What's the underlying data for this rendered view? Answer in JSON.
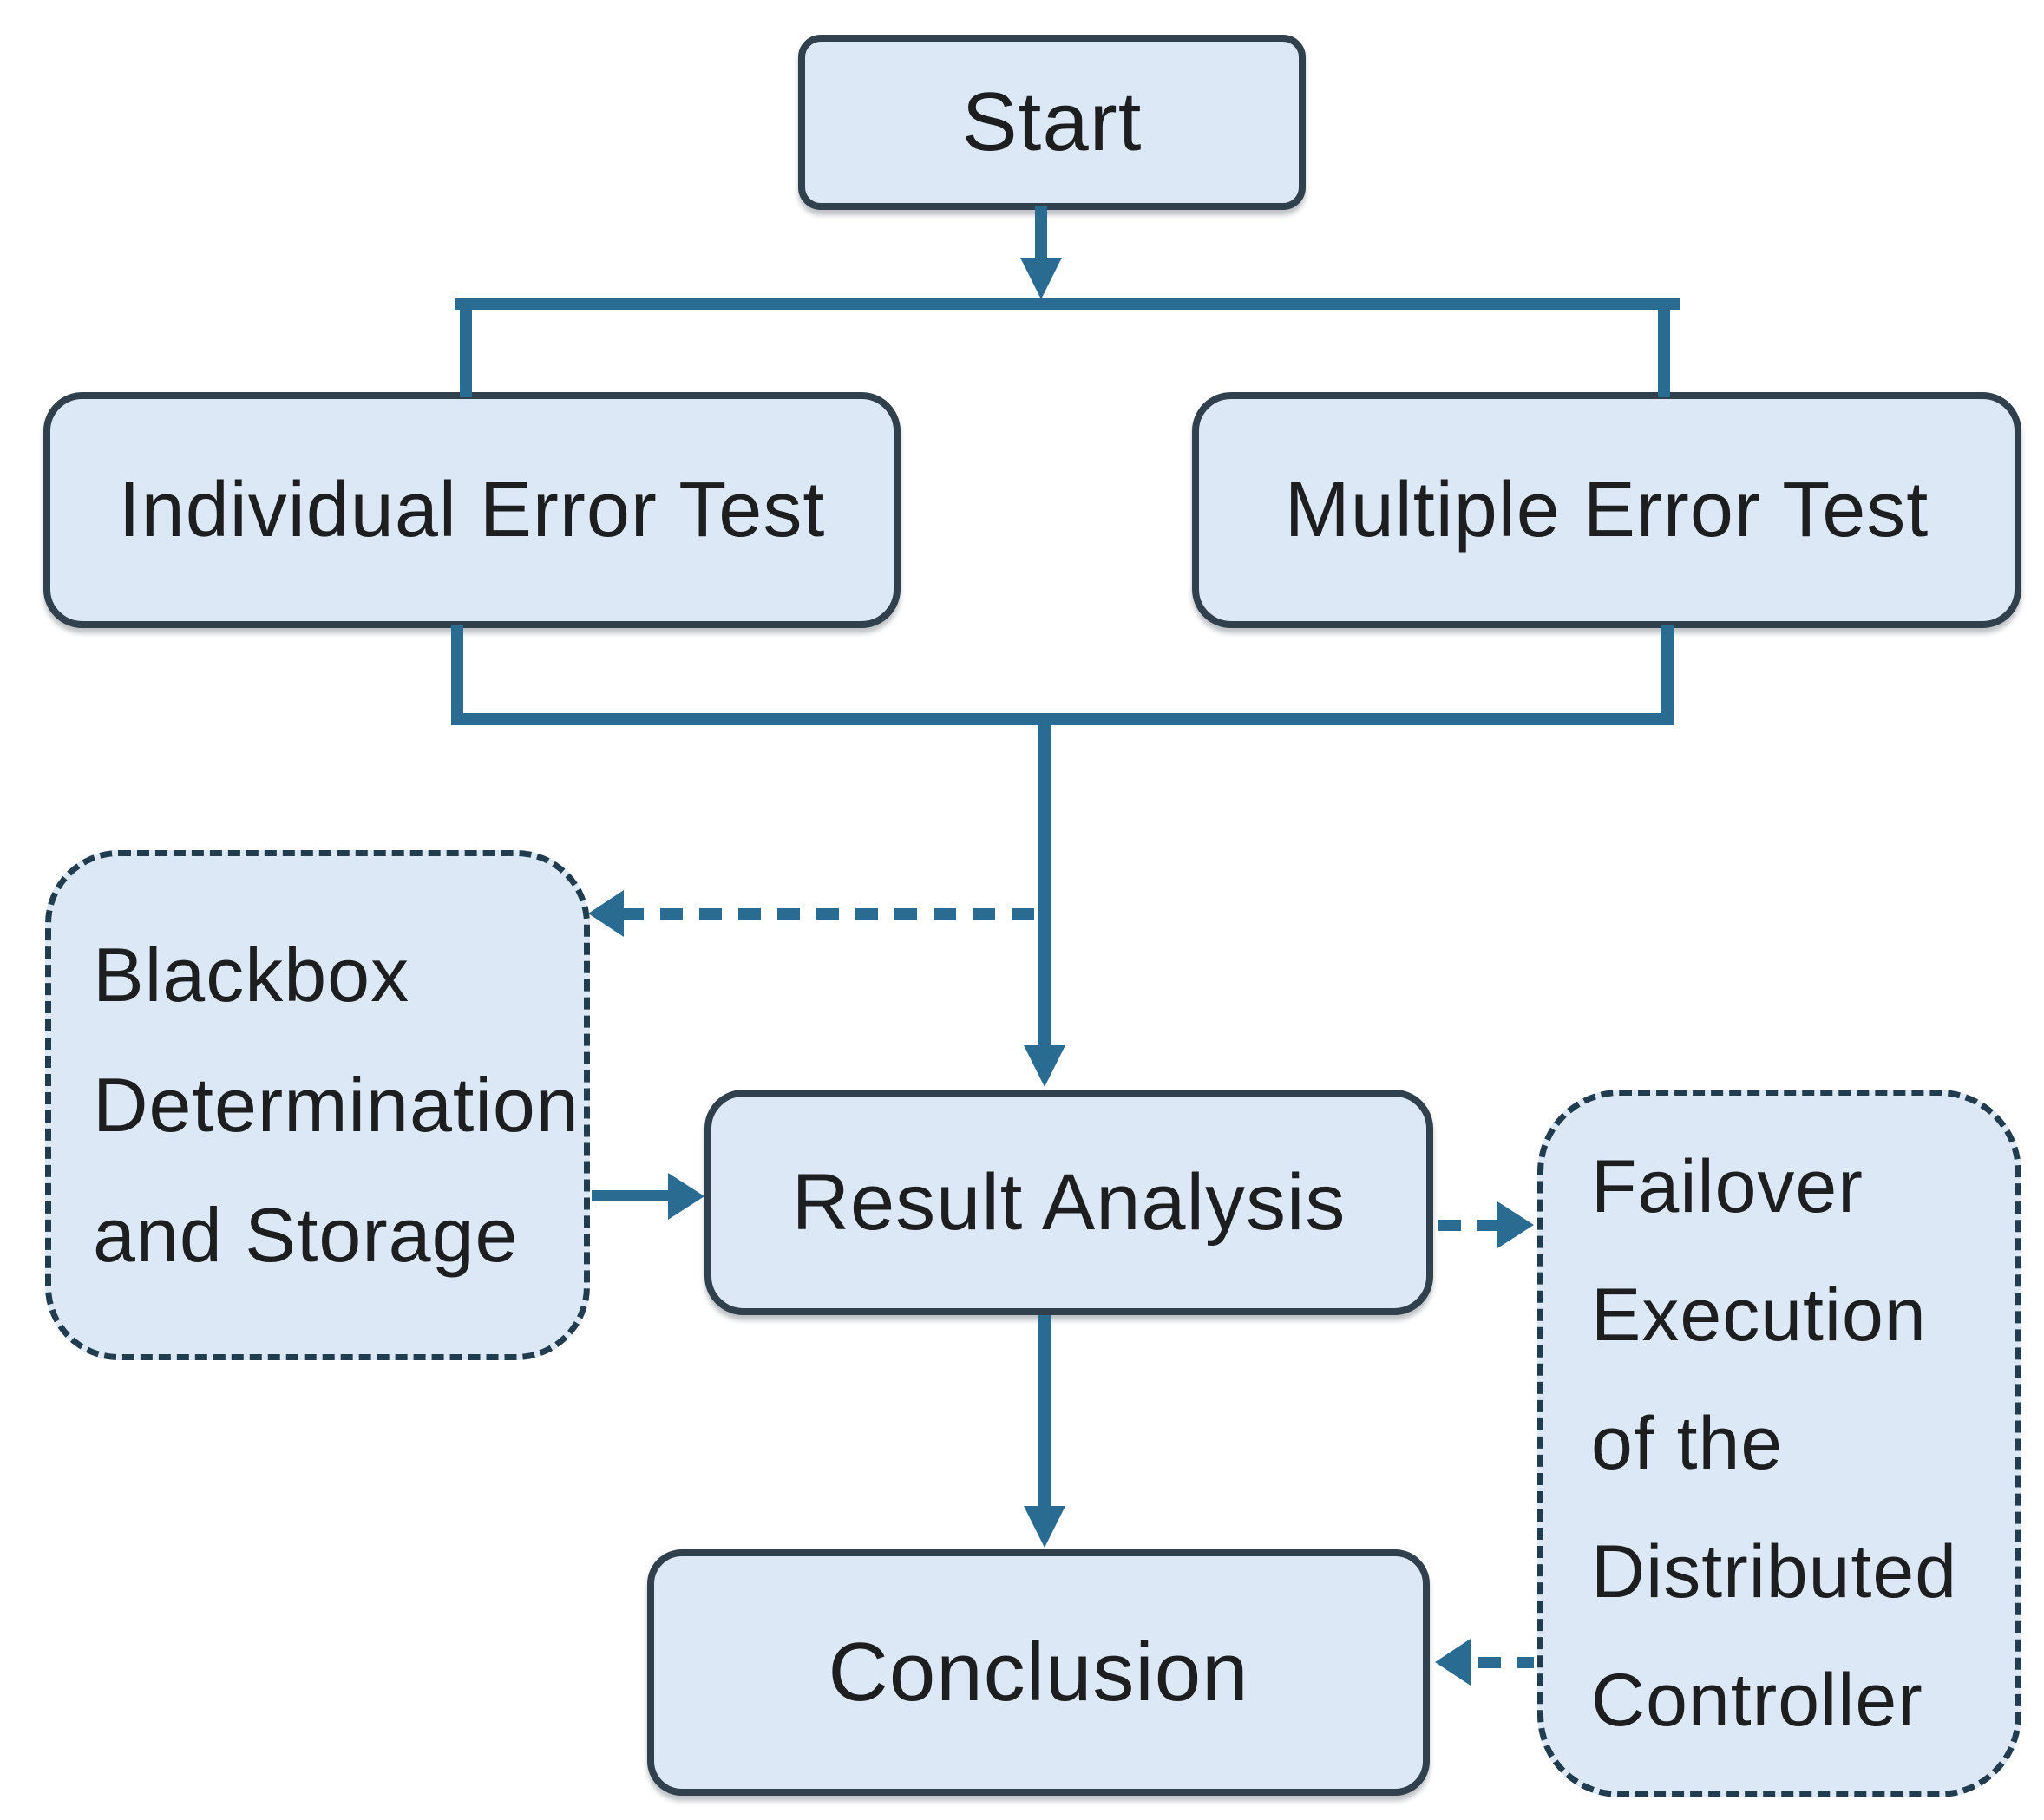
{
  "title": "Test process flowchart",
  "colors": {
    "node_fill": "#dce8f5",
    "node_border": "#31404d",
    "dashed_border": "#223c4f",
    "connector": "#2a6b92",
    "text": "#1c1e20",
    "background": "#ffffff"
  },
  "nodes": {
    "start": {
      "label": "Start"
    },
    "individual": {
      "label": "Individual Error Test"
    },
    "multiple": {
      "label": "Multiple Error Test"
    },
    "blackbox": {
      "lines": [
        "Blackbox",
        "Determination",
        "and Storage"
      ]
    },
    "result": {
      "label": "Result Analysis"
    },
    "failover": {
      "lines": [
        "Failover",
        "Execution",
        "of the",
        "Distributed",
        "Controller"
      ]
    },
    "conclusion": {
      "label": "Conclusion"
    }
  },
  "edges": [
    {
      "from": "start",
      "to": "individual",
      "style": "solid"
    },
    {
      "from": "start",
      "to": "multiple",
      "style": "solid"
    },
    {
      "from": "individual",
      "to": "result",
      "style": "solid"
    },
    {
      "from": "multiple",
      "to": "result",
      "style": "solid"
    },
    {
      "from": "test-merge",
      "to": "blackbox",
      "style": "dashed"
    },
    {
      "from": "blackbox",
      "to": "result",
      "style": "solid"
    },
    {
      "from": "result",
      "to": "failover",
      "style": "dashed"
    },
    {
      "from": "result",
      "to": "conclusion",
      "style": "solid"
    },
    {
      "from": "failover",
      "to": "conclusion",
      "style": "dashed"
    }
  ]
}
